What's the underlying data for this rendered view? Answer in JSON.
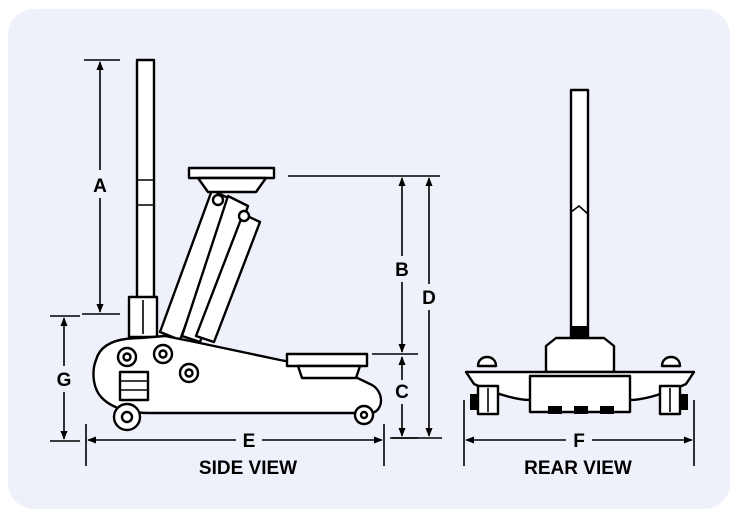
{
  "side_view": {
    "caption": "SIDE VIEW",
    "dimensions": {
      "a": "A",
      "b": "B",
      "c": "C",
      "d": "D",
      "e": "E",
      "g": "G"
    }
  },
  "rear_view": {
    "caption": "REAR VIEW",
    "dimensions": {
      "f": "F"
    }
  },
  "colors": {
    "background": "#eef1fa",
    "line": "#000000",
    "fill": "#ffffff"
  }
}
